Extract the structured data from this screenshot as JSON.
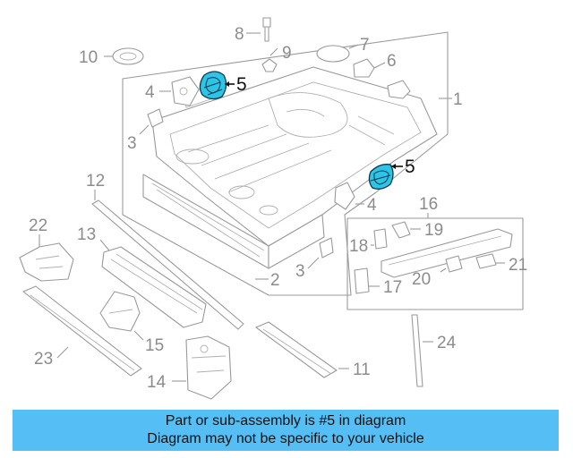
{
  "callouts": {
    "c1": "1",
    "c2": "2",
    "c3a": "3",
    "c3b": "3",
    "c4a": "4",
    "c4b": "4",
    "c5a": "5",
    "c5b": "5",
    "c6": "6",
    "c7": "7",
    "c8": "8",
    "c9": "9",
    "c10": "10",
    "c11": "11",
    "c12": "12",
    "c13": "13",
    "c14": "14",
    "c15": "15",
    "c16": "16",
    "c17": "17",
    "c18": "18",
    "c19": "19",
    "c20": "20",
    "c21": "21",
    "c22": "22",
    "c23": "23",
    "c24": "24"
  },
  "highlight_color": "#2ec4e8",
  "banner": {
    "line1": "Part or sub-assembly is #5 in diagram",
    "line2": "Diagram may not be specific to your vehicle",
    "color": "#55bff5"
  }
}
